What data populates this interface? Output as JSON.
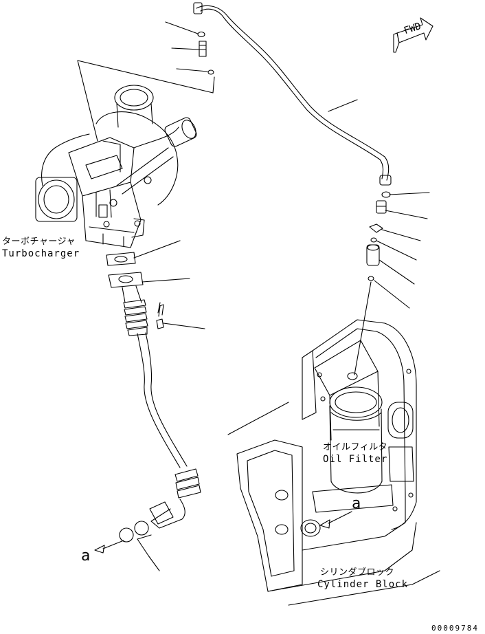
{
  "labels": {
    "turbocharger_jp": "ターボチャージャ",
    "turbocharger_en": "Turbocharger",
    "oil_filter_jp": "オイルフィルタ",
    "oil_filter_en": "Oil Filter",
    "cylinder_block_jp": "シリンダブロック",
    "cylinder_block_en": "Cylinder Block",
    "ref_a_left": "a",
    "ref_a_right": "a",
    "fwd": "FWD"
  },
  "document_number": "00009784",
  "colors": {
    "line": "#000000",
    "background": "#ffffff"
  }
}
